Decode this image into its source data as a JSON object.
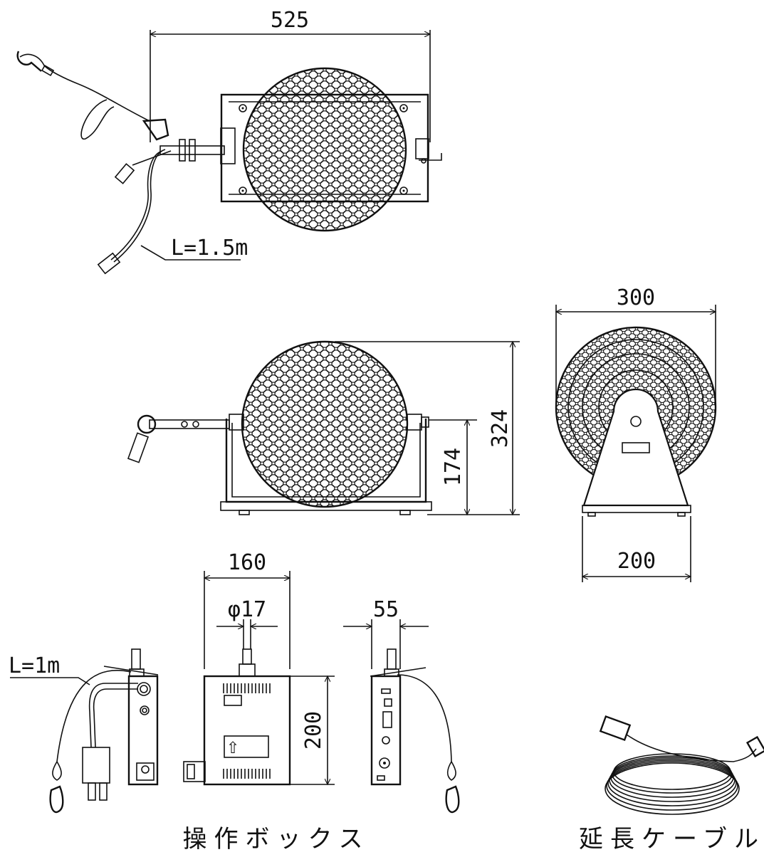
{
  "dimensions": {
    "top_width": "525",
    "cable_length_speaker": "L=1.5m",
    "front_height_total": "324",
    "front_height_axis": "174",
    "side_diameter": "300",
    "side_base_width": "200",
    "box_width": "160",
    "box_hole_diameter": "φ17",
    "box_depth": "55",
    "box_height": "200",
    "cable_length_box": "L=1m"
  },
  "captions": {
    "control_box": "操作ボックス",
    "extension_cable": "延長ケーブル"
  },
  "colors": {
    "line": "#111111",
    "background": "#ffffff"
  }
}
